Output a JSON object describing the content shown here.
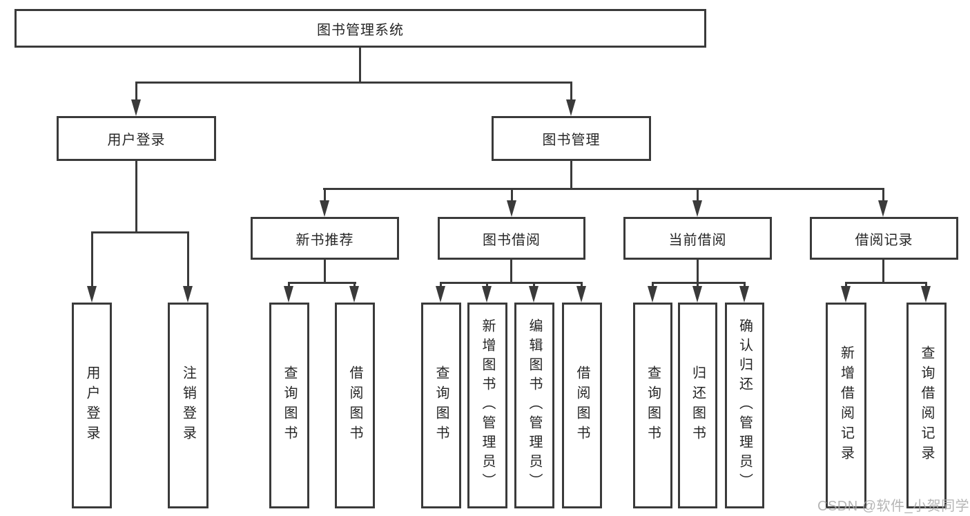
{
  "colors": {
    "line": "#3a3a3a",
    "box_border": "#3a3a3a",
    "box_fill": "#ffffff",
    "text": "#262626",
    "watermark": "#a9a9a9",
    "background": "#ffffff"
  },
  "nodes": {
    "root": "图书管理系统",
    "user_login": "用户登录",
    "book_mgmt": "图书管理",
    "new_book_recommend": "新书推荐",
    "book_borrow": "图书借阅",
    "current_borrow": "当前借阅",
    "borrow_records": "借阅记录",
    "leaf_user_login": "用户登录",
    "leaf_logout": "注销登录",
    "leaf_query_books_nb": "查询图书",
    "leaf_borrow_books_nb": "借阅图书",
    "leaf_query_books_bb": "查询图书",
    "leaf_add_book_admin": "新增图书（管理员）",
    "leaf_edit_book_admin": "编辑图书（管理员）",
    "leaf_borrow_books_bb": "借阅图书",
    "leaf_query_books_cb": "查询图书",
    "leaf_return_book": "归还图书",
    "leaf_confirm_return_admin": "确认归还（管理员）",
    "leaf_add_borrow_record": "新增借阅记录",
    "leaf_query_borrow_record": "查询借阅记录"
  },
  "watermark": "CSDN @软件_小贺同学"
}
